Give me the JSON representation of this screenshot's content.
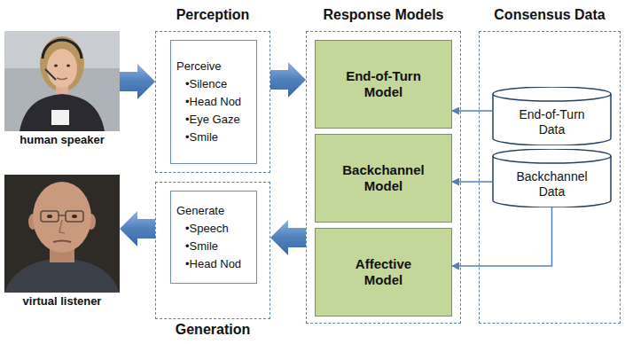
{
  "diagram": {
    "nodes": [
      {
        "text": [
          "human speaker"
        ]
      },
      {
        "text": [
          "Perception"
        ]
      },
      {
        "text": [
          "Perceive",
          "•Silence",
          "•Head Nod",
          "•Eye Gaze",
          "•Smile"
        ],
        "in": 1
      },
      {
        "text": [
          "Response Models"
        ]
      },
      {
        "text": [
          "End-of-Turn Model"
        ],
        "in": 3
      },
      {
        "text": [
          "Backchannel Model"
        ],
        "in": 3
      },
      {
        "text": [
          "Affective Model"
        ],
        "in": 3
      },
      {
        "text": [
          "Consensus Data"
        ]
      },
      {
        "text": [
          "End-of-Turn Data"
        ],
        "in": 7
      },
      {
        "text": [
          "Backchannel Data"
        ],
        "in": 7
      },
      {
        "text": [
          "virtual listener"
        ]
      },
      {
        "text": [
          "Generation"
        ]
      },
      {
        "text": [
          "Generate",
          "•Speech",
          "•Smile",
          "•Head Nod"
        ],
        "in": 11
      }
    ],
    "edges": [
      {
        "from": 0,
        "to": 1,
        "arrow": "to"
      },
      {
        "from": 1,
        "to": 3,
        "arrow": "to"
      },
      {
        "from": 3,
        "to": 11,
        "arrow": "to"
      },
      {
        "from": 11,
        "to": 10,
        "arrow": "to"
      },
      {
        "from": 8,
        "to": 4,
        "arrow": "to"
      },
      {
        "from": 9,
        "to": 5,
        "arrow": "to"
      },
      {
        "from": 9,
        "to": 6,
        "arrow": "to"
      }
    ]
  }
}
